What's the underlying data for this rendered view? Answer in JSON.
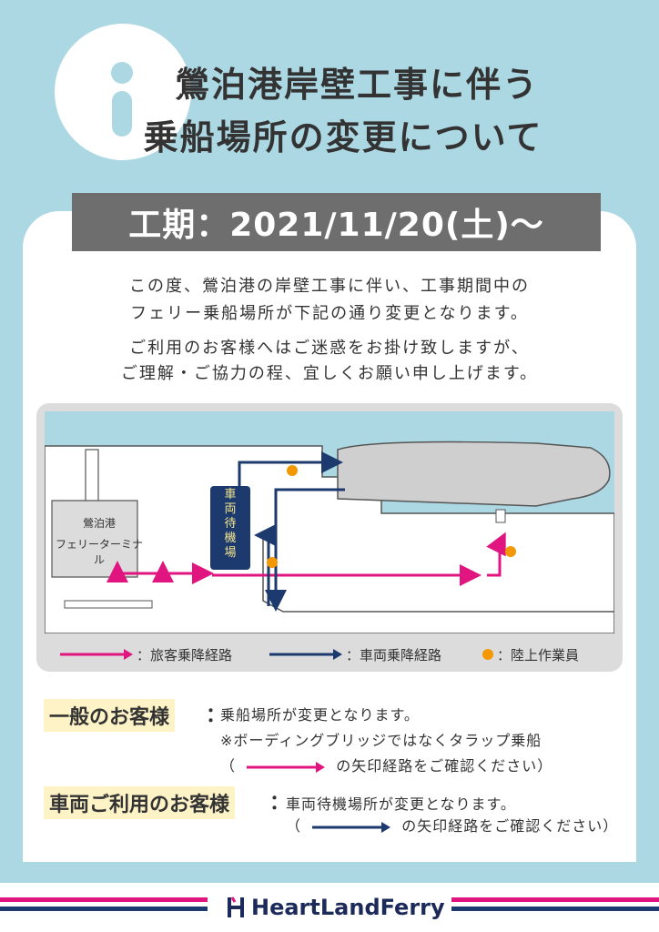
{
  "title": {
    "line1": "鶯泊港岸壁工事に伴う",
    "line2": "乗船場所の変更について"
  },
  "period": "工期：2021/11/20(土)〜",
  "intro": {
    "line1": "この度、鶯泊港の岸壁工事に伴い、工事期間中の",
    "line2": "フェリー乗船場所が下記の通り変更となります。",
    "line3": "ご利用のお客様へはご迷惑をお掛け致しますが、",
    "line4": "ご理解・ご協力の程、宜しくお願い申し上げます。"
  },
  "map": {
    "terminal_line1": "鶯泊港",
    "terminal_line2": "フェリーターミナル",
    "waiting_area": [
      "車",
      "両",
      "待",
      "機",
      "場"
    ]
  },
  "legend": {
    "passenger_route": "：旅客乗降経路",
    "vehicle_route": "：車両乗降経路",
    "worker": "：陸上作業員"
  },
  "general": {
    "heading": "一般のお客様",
    "colon": "：",
    "line1": "乗船場所が変更となります。",
    "line2": "※ボーディングブリッジではなくタラップ乗船",
    "line3_open": "（",
    "line3_rest": "の矢印経路をご確認ください）"
  },
  "vehicle": {
    "heading": "車両ご利用のお客様",
    "colon": "：",
    "line1": "車両待機場所が変更となります。",
    "line2_open": "（",
    "line2_rest": "の矢印経路をご確認ください）"
  },
  "brand": "HeartLandFerry",
  "colors": {
    "background": "#acd8e4",
    "passenger": "#e0157f",
    "vehicle": "#1c3a6e",
    "worker": "#f39800",
    "highlight": "#fdf3c7"
  }
}
